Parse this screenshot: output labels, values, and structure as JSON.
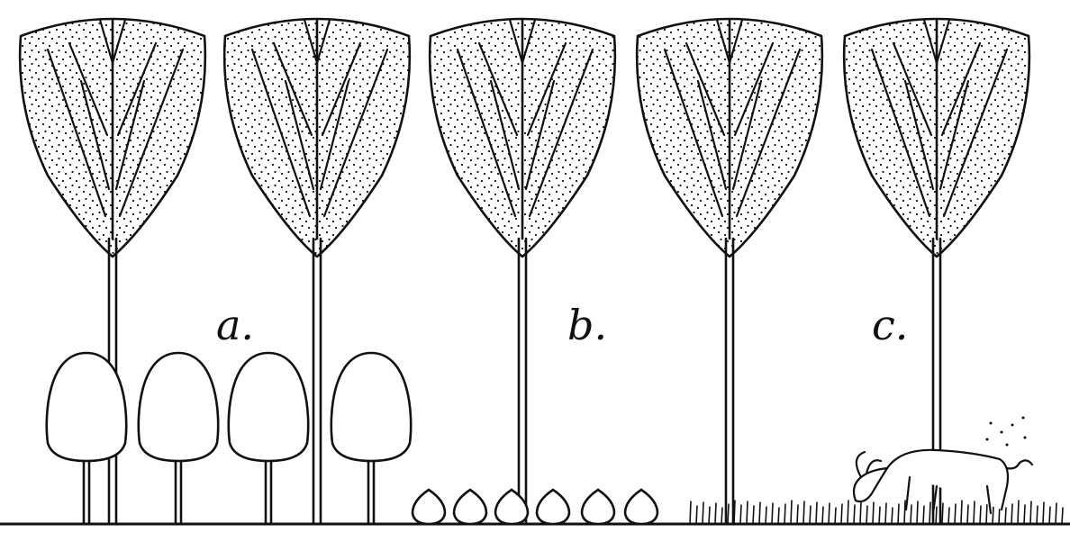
{
  "labels": {
    "a": "a.",
    "b": "b.",
    "c": "c."
  },
  "colors": {
    "ink": "#111111",
    "paper": "#ffffff"
  },
  "panels": [
    {
      "id": "a",
      "understory": "trees"
    },
    {
      "id": "b",
      "understory": "seedlings"
    },
    {
      "id": "c",
      "understory": "grass-and-grazing-cow"
    }
  ]
}
